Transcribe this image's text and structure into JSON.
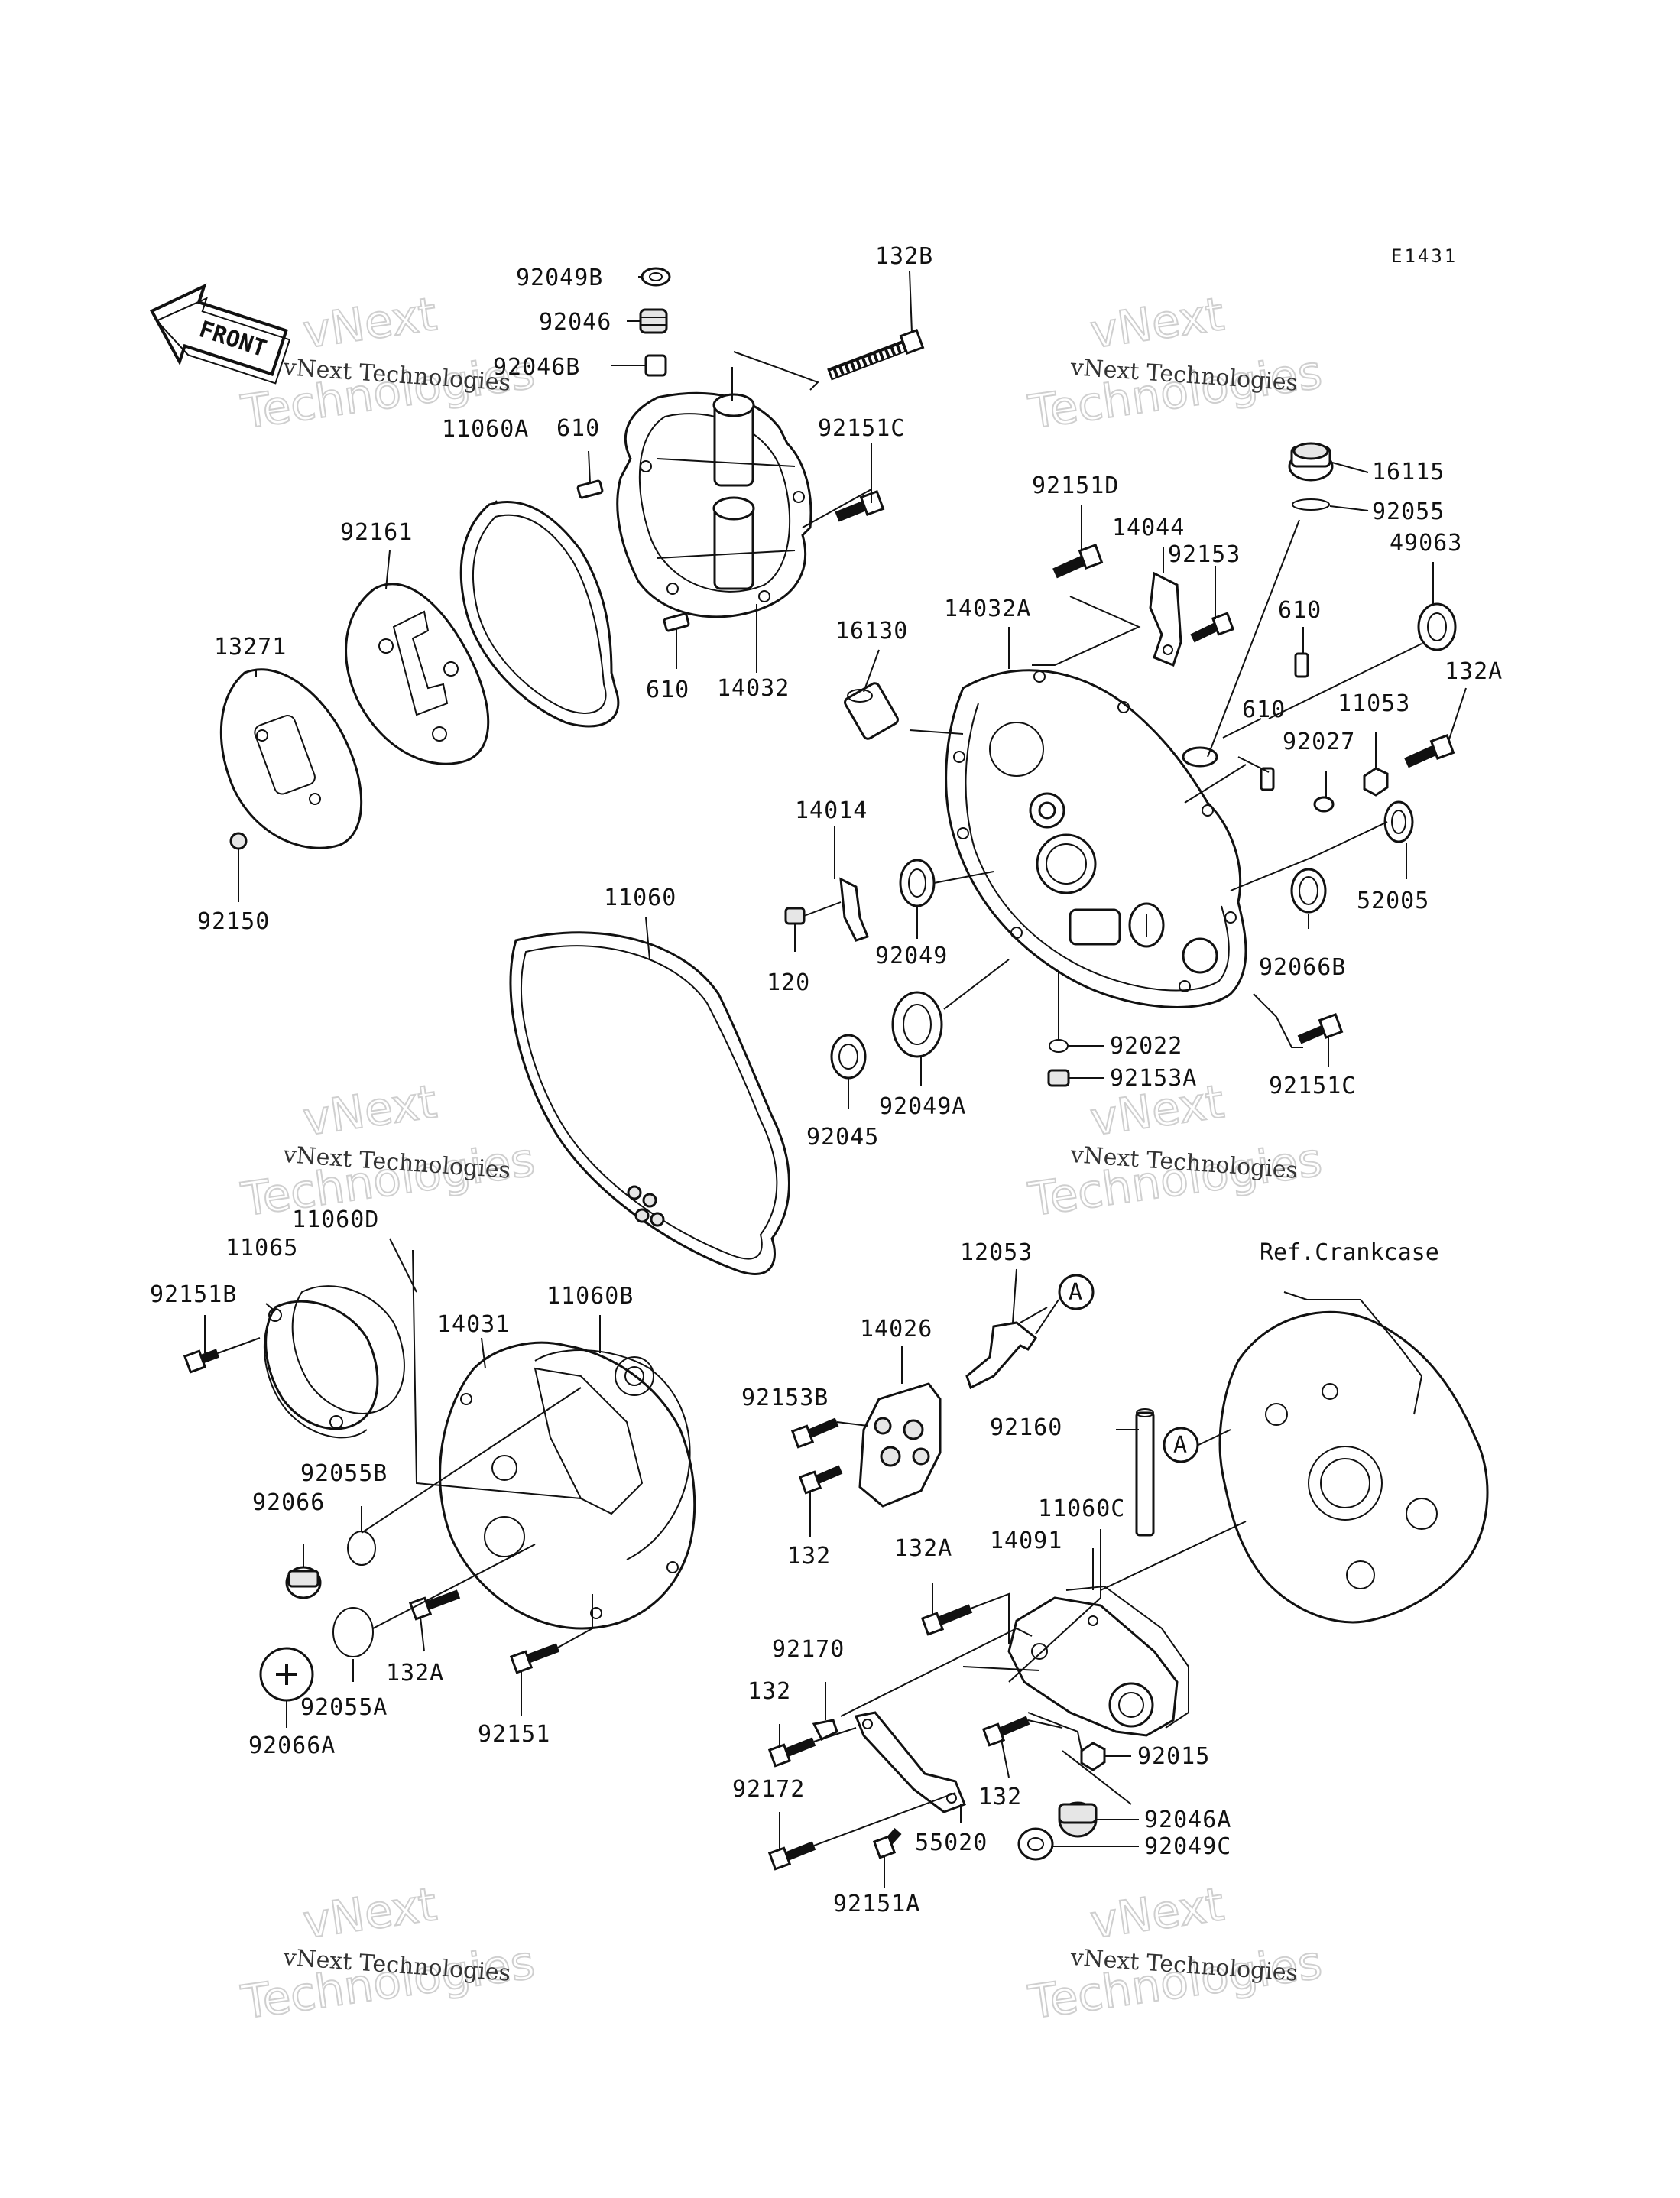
{
  "diagram": {
    "code": "E1431",
    "front_label": "FRONT",
    "watermark_line1": "vNext",
    "watermark_line2": "Technologies",
    "watermark_caption": "vNext Technologies",
    "ref_label": "Ref.Crankcase",
    "callout_a": "A",
    "parts": {
      "p92049B": "92049B",
      "p92046": "92046",
      "p92046B": "92046B",
      "p132B": "132B",
      "p11060A": "11060A",
      "p610a": "610",
      "p92151Ca": "92151C",
      "p92161": "92161",
      "p13271": "13271",
      "p610b": "610",
      "p14032": "14032",
      "p92150": "92150",
      "p16115": "16115",
      "p92055": "92055",
      "p92151D": "92151D",
      "p14044": "14044",
      "p49063": "49063",
      "p92153": "92153",
      "p610c": "610",
      "p14032A": "14032A",
      "p16130": "16130",
      "p132Aa": "132A",
      "p610d": "610",
      "p11053": "11053",
      "p92027": "92027",
      "p14014": "14014",
      "p52005": "52005",
      "p92049": "92049",
      "p120": "120",
      "p92066B": "92066B",
      "p11060": "11060",
      "p92022": "92022",
      "p92153A": "92153A",
      "p92151Cb": "92151C",
      "p92049A": "92049A",
      "p92045": "92045",
      "p11060D": "11060D",
      "p11065": "11065",
      "p92151B": "92151B",
      "p14031": "14031",
      "p11060B": "11060B",
      "p12053": "12053",
      "p14026": "14026",
      "p92153B": "92153B",
      "p92160": "92160",
      "p92055B": "92055B",
      "p92066": "92066",
      "p132a": "132",
      "p132Ab": "132A",
      "p11060C": "11060C",
      "p14091": "14091",
      "p132Ac": "132A",
      "p92151": "92151",
      "p92055A": "92055A",
      "p92066A": "92066A",
      "p92170": "92170",
      "p132b": "132",
      "p92015": "92015",
      "p132c": "132",
      "p92172": "92172",
      "p92046A": "92046A",
      "p92049C": "92049C",
      "p55020": "55020",
      "p92151A": "92151A"
    }
  }
}
